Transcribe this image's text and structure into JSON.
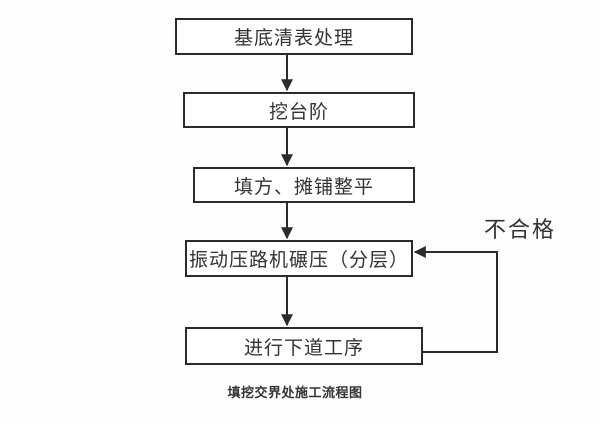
{
  "diagram": {
    "type": "flowchart",
    "caption": "填挖交界处施工流程图",
    "feedback_label": "不合格",
    "nodes": [
      {
        "id": "base-clearing",
        "label": "基底清表处理"
      },
      {
        "id": "excavate-steps",
        "label": "挖台阶"
      },
      {
        "id": "fill-paving",
        "label": "填方、摊铺整平"
      },
      {
        "id": "roller-compaction",
        "label": "振动压路机碾压（分层）"
      },
      {
        "id": "next-process",
        "label": "进行下道工序"
      }
    ],
    "edges": [
      {
        "from": "基底清表处理",
        "to": "挖台阶",
        "label": ""
      },
      {
        "from": "挖台阶",
        "to": "填方、摊铺整平",
        "label": ""
      },
      {
        "from": "填方、摊铺整平",
        "to": "振动压路机碾压（分层）",
        "label": ""
      },
      {
        "from": "振动压路机碾压（分层）",
        "to": "进行下道工序",
        "label": ""
      },
      {
        "from": "进行下道工序",
        "to": "振动压路机碾压（分层）",
        "label": "不合格"
      }
    ],
    "colors": {
      "line": "#2b2b2b",
      "text": "#333333",
      "background": "#fdfdfd",
      "box_fill": "#ffffff"
    }
  }
}
